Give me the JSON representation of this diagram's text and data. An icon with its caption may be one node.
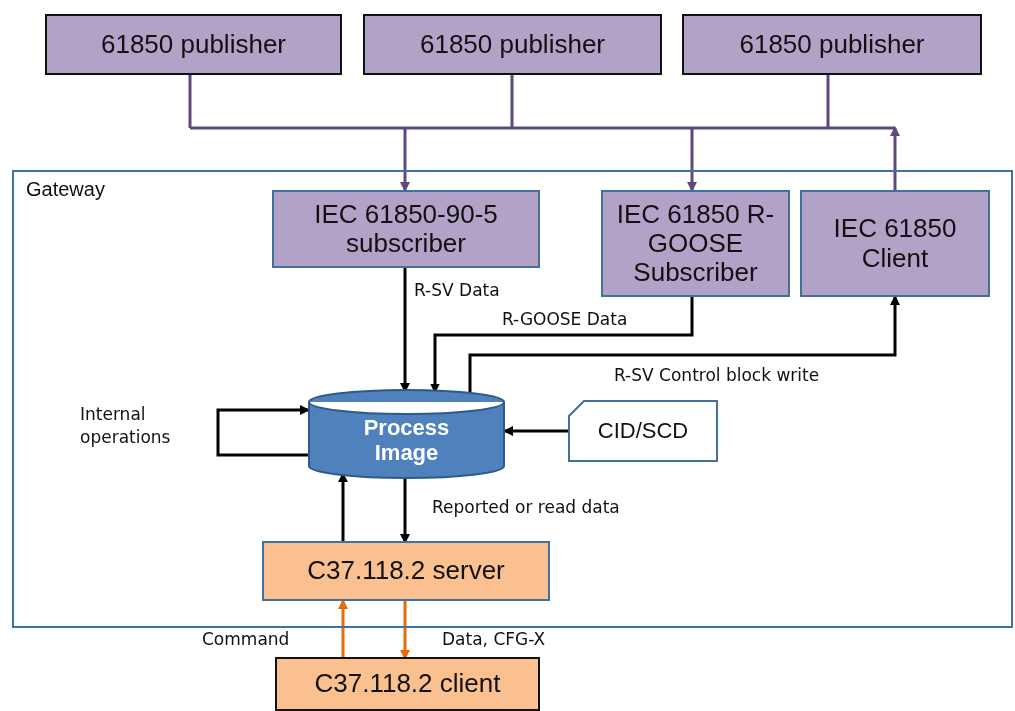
{
  "diagram": {
    "nodes": [
      {
        "text": [
          "61850 publisher"
        ]
      },
      {
        "text": [
          "61850 publisher"
        ]
      },
      {
        "text": [
          "61850 publisher"
        ]
      },
      {
        "text": [
          "Gateway"
        ]
      },
      {
        "text": [
          "IEC 61850-90-5 subscriber"
        ],
        "in": 3
      },
      {
        "text": [
          "IEC 61850 R-GOOSE Subscriber"
        ],
        "in": 3
      },
      {
        "text": [
          "IEC 61850 Client"
        ],
        "in": 3
      },
      {
        "text": [
          "Process Image"
        ],
        "in": 3
      },
      {
        "text": [
          "CID/SCD"
        ],
        "in": 3
      },
      {
        "text": [
          "C37.118.2 server"
        ],
        "in": 3
      },
      {
        "text": [
          "C37.118.2 client"
        ]
      }
    ],
    "edges": [
      {
        "from": 0,
        "to": 4,
        "arrow": "to"
      },
      {
        "from": 1,
        "to": 4,
        "arrow": "to"
      },
      {
        "from": 2,
        "to": 4,
        "arrow": "to"
      },
      {
        "from": 0,
        "to": 5,
        "arrow": "to"
      },
      {
        "from": 1,
        "to": 5,
        "arrow": "to"
      },
      {
        "from": 2,
        "to": 5,
        "arrow": "to"
      },
      {
        "from": 6,
        "to": null,
        "arrow": "to"
      },
      {
        "from": 4,
        "to": 7,
        "arrow": "to",
        "label": "R-SV Data",
        "color": "#000000"
      },
      {
        "from": 5,
        "to": 7,
        "arrow": "to",
        "label": "R-GOOSE Data",
        "color": "#000000"
      },
      {
        "from": 7,
        "to": 6,
        "arrow": "to",
        "label": "R-SV Control block write",
        "color": "#000000"
      },
      {
        "from": 7,
        "to": 7,
        "arrow": "to",
        "label": "Internal operations",
        "color": "#000000"
      },
      {
        "from": 8,
        "to": 7,
        "arrow": "to",
        "color": "#000000"
      },
      {
        "from": 7,
        "to": 9,
        "arrow": "to",
        "label": "Reported or read data",
        "color": "#000000"
      },
      {
        "from": 9,
        "to": 7,
        "arrow": "to",
        "color": "#000000"
      },
      {
        "from": 10,
        "to": 9,
        "arrow": "to",
        "label": "Command",
        "color": "#e46c0a"
      },
      {
        "from": 9,
        "to": 10,
        "arrow": "to",
        "label": "Data, CFG-X",
        "color": "#e46c0a"
      }
    ]
  }
}
